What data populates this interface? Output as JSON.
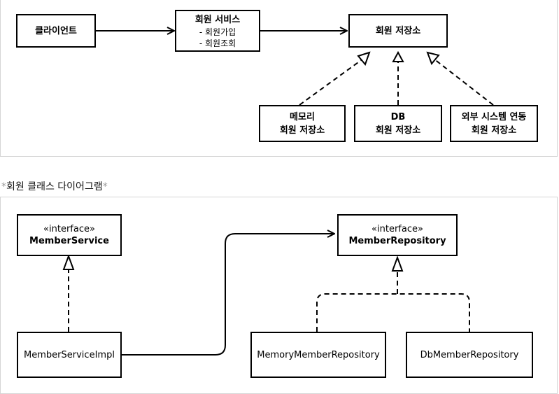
{
  "top_diagram": {
    "client": "클라이언트",
    "member_service": {
      "title": "회원 서비스",
      "items": [
        "- 회원가입",
        "- 회원조회"
      ]
    },
    "member_repository": "회원 저장소",
    "implementations": [
      {
        "line1": "메모리",
        "line2": "회원 저장소"
      },
      {
        "line1": "DB",
        "line2": "회원 저장소"
      },
      {
        "line1": "외부 시스템 연동",
        "line2": "회원 저장소"
      }
    ]
  },
  "caption": {
    "star_open": "*",
    "text": "회원 클래스 다이어그램",
    "star_close": "*"
  },
  "class_diagram": {
    "member_service_iface": {
      "stereotype": "«interface»",
      "name": "MemberService"
    },
    "member_repository_iface": {
      "stereotype": "«interface»",
      "name": "MemberRepository"
    },
    "member_service_impl": "MemberServiceImpl",
    "memory_repository": "MemoryMemberRepository",
    "db_repository": "DbMemberRepository"
  }
}
